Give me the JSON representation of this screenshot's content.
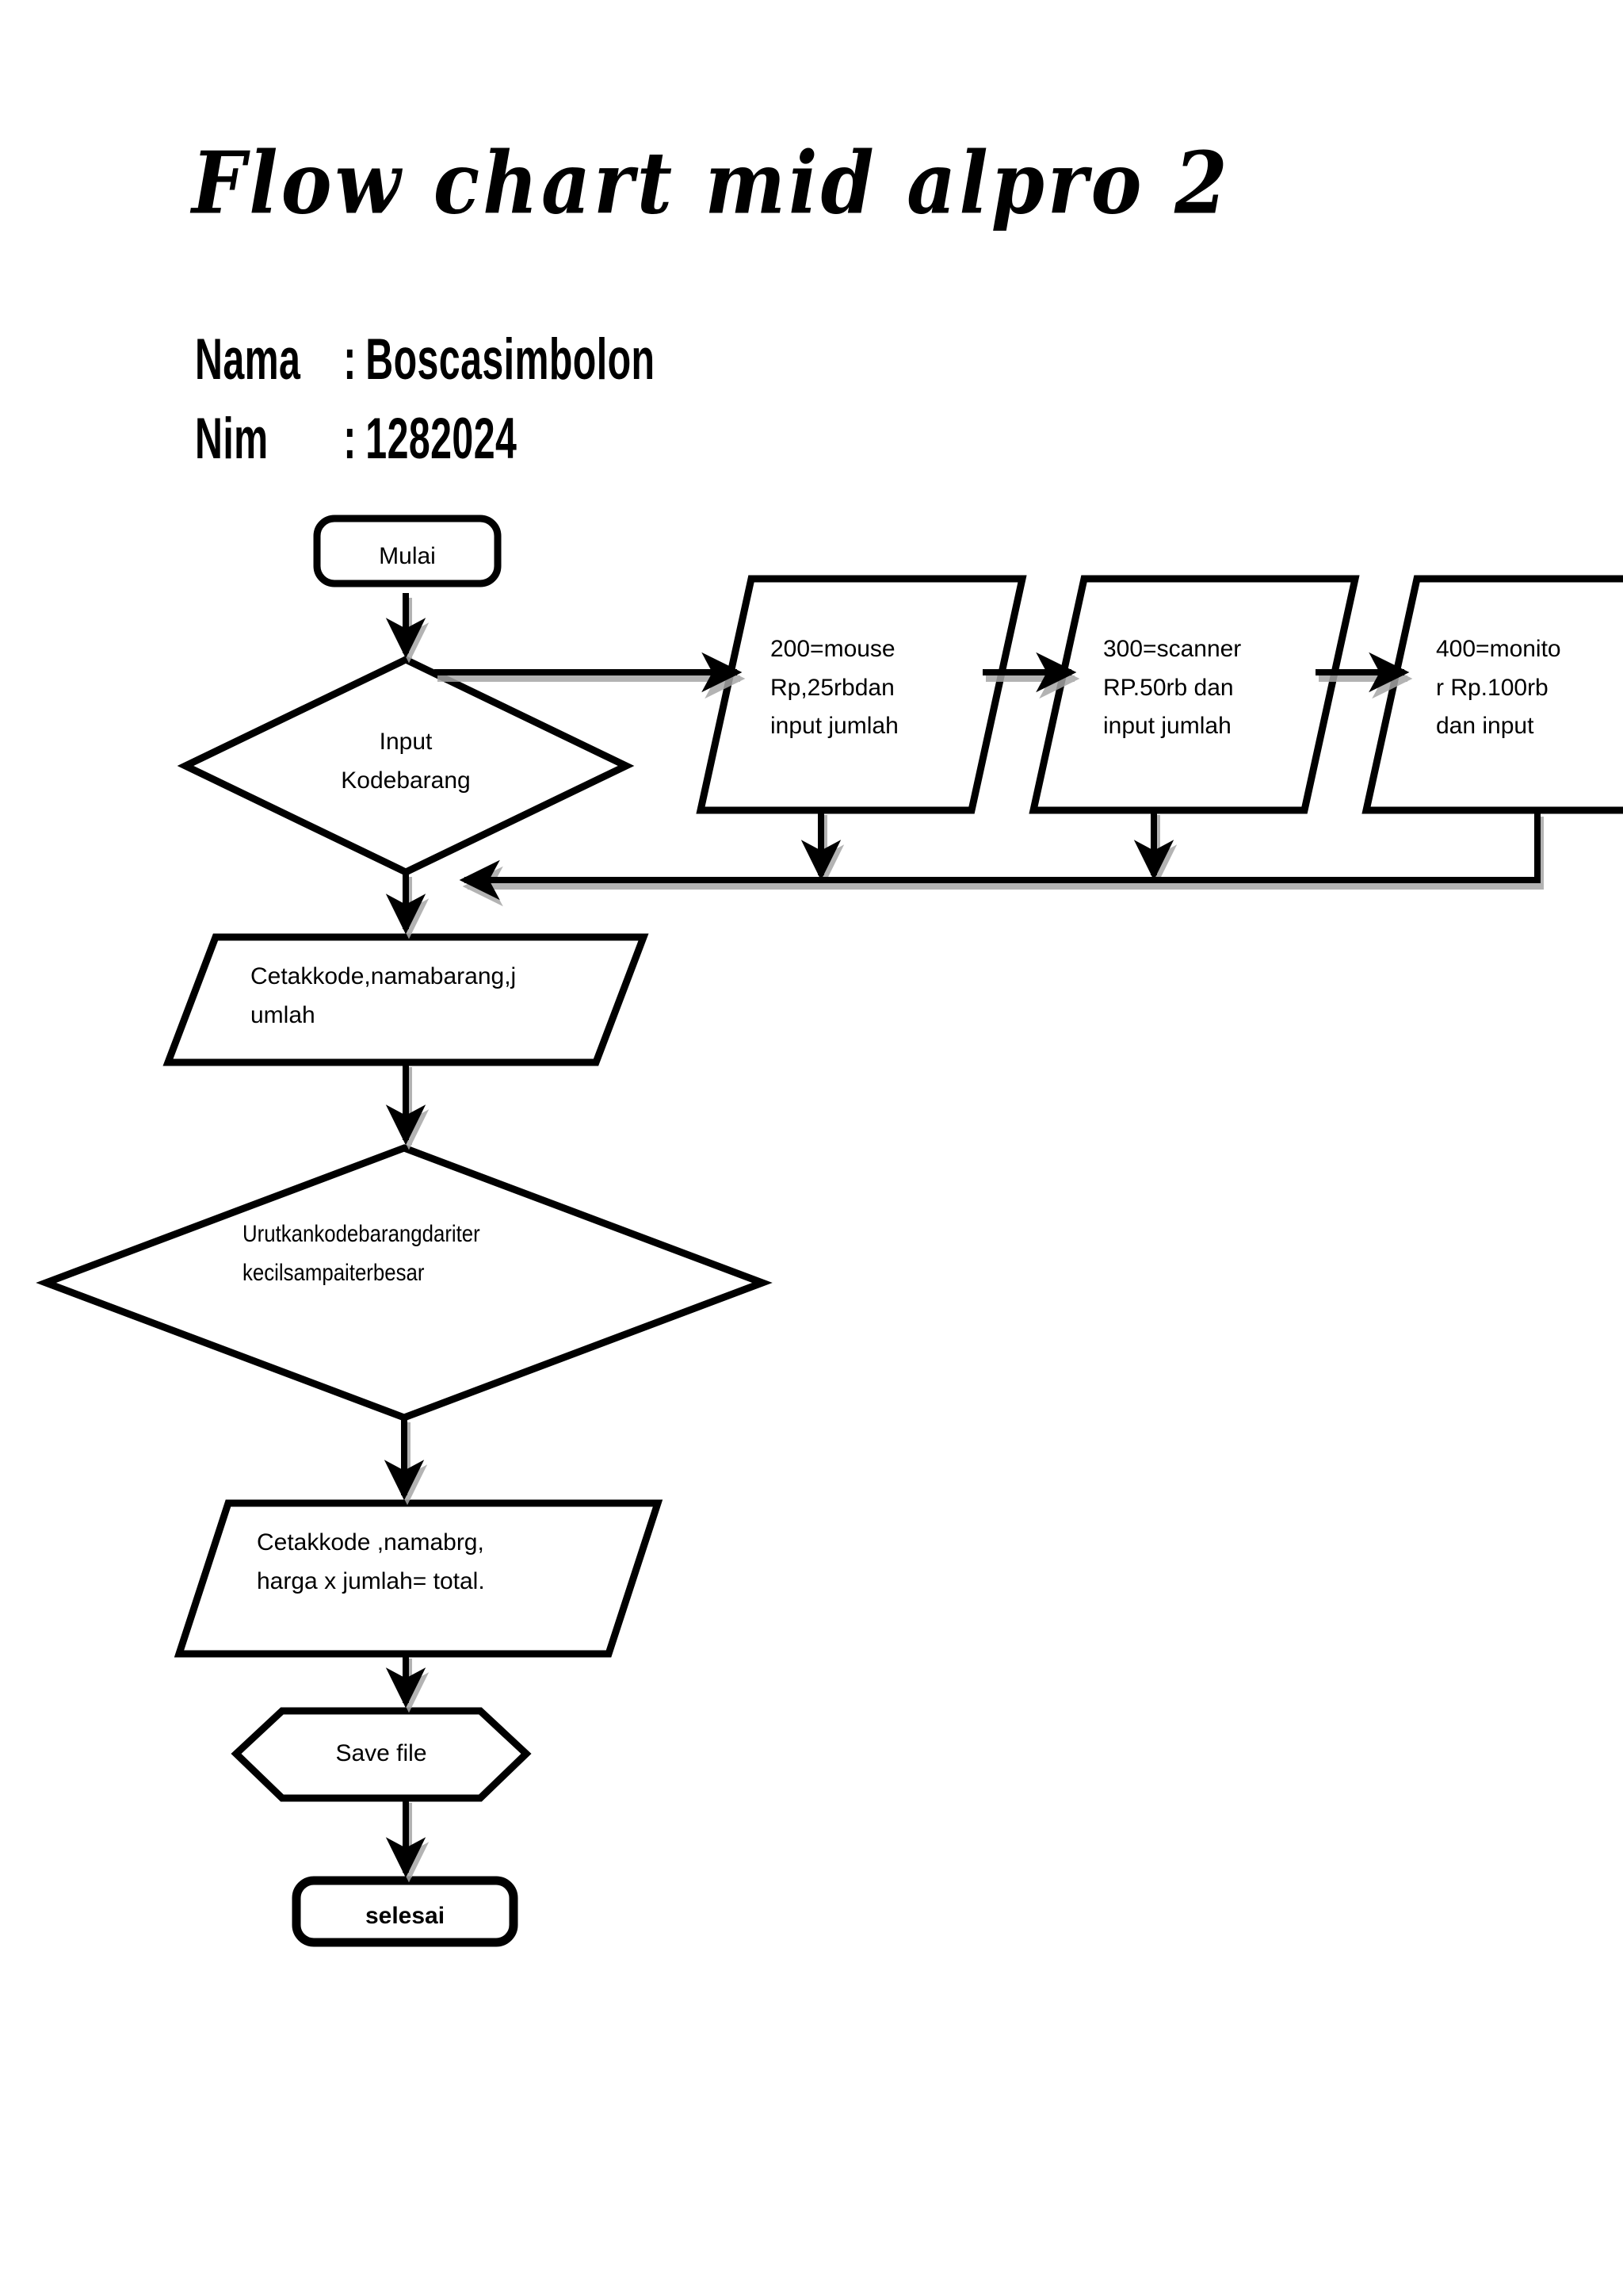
{
  "document": {
    "title": "Flow chart mid alpro 2",
    "meta": [
      {
        "label": "Nama",
        "separator": ":",
        "value": "Boscasimbolon"
      },
      {
        "label": "Nim",
        "separator": ":",
        "value": "1282024"
      }
    ]
  },
  "chart_data": {
    "type": "diagram",
    "subtype": "flowchart",
    "title": "Flow chart mid alpro 2",
    "orientation": "top-to-bottom with right branch",
    "nodes": [
      {
        "id": "mulai",
        "shape": "terminator",
        "text": "Mulai"
      },
      {
        "id": "input",
        "shape": "decision",
        "text": "Input\nKodebarang"
      },
      {
        "id": "p200",
        "shape": "parallelogram",
        "text": "200=mouse\nRp,25rbdan\ninput jumlah"
      },
      {
        "id": "p300",
        "shape": "parallelogram",
        "text": "300=scanner\nRP.50rb dan\ninput jumlah"
      },
      {
        "id": "p400",
        "shape": "parallelogram",
        "text": "400=monito\nr Rp.100rb\ndan input"
      },
      {
        "id": "cetak1",
        "shape": "parallelogram",
        "text": "Cetakkode,namabarang,j\numlah"
      },
      {
        "id": "urutkan",
        "shape": "decision",
        "text": "Urutkankodebarangdariter\nkecilsampaiterbesar"
      },
      {
        "id": "cetak2",
        "shape": "parallelogram",
        "text": "Cetakkode ,namabrg,\nharga x jumlah= total."
      },
      {
        "id": "save",
        "shape": "hexagon",
        "text": "Save file"
      },
      {
        "id": "selesai",
        "shape": "terminator",
        "text": "selesai"
      }
    ],
    "edges": [
      {
        "from": "mulai",
        "to": "input",
        "style": "straight-down"
      },
      {
        "from": "input",
        "to": "p200",
        "style": "right"
      },
      {
        "from": "p200",
        "to": "p300",
        "style": "right"
      },
      {
        "from": "p300",
        "to": "p400",
        "style": "right"
      },
      {
        "from": "p200",
        "to": "input",
        "style": "down-then-left-return"
      },
      {
        "from": "p300",
        "to": "input",
        "style": "down-then-left-return"
      },
      {
        "from": "p400",
        "to": "input",
        "style": "down-then-left-return"
      },
      {
        "from": "input",
        "to": "cetak1",
        "style": "straight-down"
      },
      {
        "from": "cetak1",
        "to": "urutkan",
        "style": "straight-down"
      },
      {
        "from": "urutkan",
        "to": "cetak2",
        "style": "straight-down"
      },
      {
        "from": "cetak2",
        "to": "save",
        "style": "straight-down"
      },
      {
        "from": "save",
        "to": "selesai",
        "style": "straight-down"
      }
    ],
    "colors": {
      "stroke": "#000000",
      "fill": "#ffffff",
      "arrow_shadow": "#a6a6a6",
      "background": "#ffffff"
    },
    "notes": "Third parallelogram (400=monitor) is clipped by the right page edge."
  },
  "nodes": {
    "mulai": {
      "text": "Mulai"
    },
    "input": {
      "line1": "Input",
      "line2": "Kodebarang"
    },
    "p200": {
      "line1": "200=mouse",
      "line2": "Rp,25rbdan",
      "line3": "input jumlah"
    },
    "p300": {
      "line1": "300=scanner",
      "line2": "RP.50rb dan",
      "line3": "input jumlah"
    },
    "p400": {
      "line1": "400=monito",
      "line2": "r Rp.100rb",
      "line3": "dan input"
    },
    "cetak1": {
      "line1": "Cetakkode,namabarang,j",
      "line2": "umlah"
    },
    "urutkan": {
      "line1": "Urutkankodebarangdariter",
      "line2": "kecilsampaiterbesar"
    },
    "cetak2": {
      "line1": "Cetakkode ,namabrg,",
      "line2": "harga x jumlah= total."
    },
    "save": {
      "text": "Save file"
    },
    "selesai": {
      "text": "selesai"
    }
  }
}
